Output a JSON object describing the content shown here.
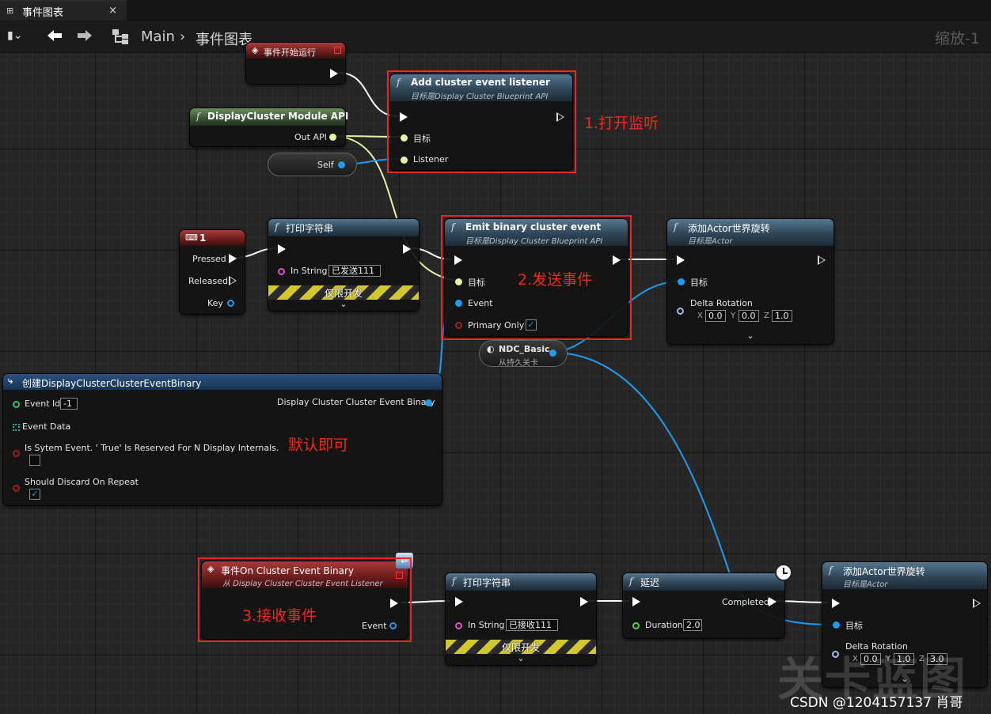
{
  "tab": {
    "title": "事件图表",
    "close": "×"
  },
  "toolbar": {
    "crumb_main": "Main",
    "crumb_sep": "›",
    "crumb_page": "事件图表",
    "zoom": "缩放-1"
  },
  "nodes": {
    "begin_play": {
      "title": "事件开始运行"
    },
    "add_listener": {
      "title": "Add cluster event listener",
      "subtitle": "目标是Display Cluster Blueprint API",
      "pin_target": "目标",
      "pin_listener": "Listener"
    },
    "module_api": {
      "title": "DisplayCluster Module API",
      "out": "Out API"
    },
    "self": {
      "label": "Self"
    },
    "key1": {
      "title": "1",
      "pressed": "Pressed",
      "released": "Released",
      "key": "Key"
    },
    "print1": {
      "title": "打印字符串",
      "in_string": "In String",
      "value": "已发送111",
      "dev": "仅限开发"
    },
    "emit": {
      "title": "Emit binary cluster event",
      "subtitle": "目标是Display Cluster Blueprint API",
      "target": "目标",
      "event": "Event",
      "primary": "Primary Only"
    },
    "rot1": {
      "title": "添加Actor世界旋转",
      "subtitle": "目标是Actor",
      "target": "目标",
      "delta": "Delta Rotation",
      "x": "0.0",
      "y": "0.0",
      "z": "1.0"
    },
    "ndc": {
      "title": "NDC_Basic",
      "subtitle": "从持久关卡"
    },
    "make_event": {
      "title": "创建DisplayClusterClusterEventBinary",
      "event_id": "Event Id",
      "event_id_val": "-1",
      "event_data": "Event Data",
      "is_system": "Is Sytem Event. ' True' Is Reserved For N Display Internals.",
      "discard": "Should Discard On Repeat",
      "out": "Display Cluster Cluster Event Binary"
    },
    "on_cluster": {
      "title": "事件On Cluster Event Binary",
      "subtitle": "从 Display Cluster Cluster Event Listener",
      "event": "Event"
    },
    "print2": {
      "title": "打印字符串",
      "in_string": "In String",
      "value": "已接收111",
      "dev": "仅限开发"
    },
    "delay": {
      "title": "延迟",
      "completed": "Completed",
      "duration": "Duration",
      "duration_val": "2.0"
    },
    "rot2": {
      "title": "添加Actor世界旋转",
      "subtitle": "目标是Actor",
      "target": "目标",
      "delta": "Delta Rotation",
      "x": "0.0",
      "y": "1.0",
      "z": "3.0"
    }
  },
  "annotations": {
    "a1": "1.打开监听",
    "a2": "2.发送事件",
    "a3": "3.接收事件",
    "a4": "默认即可"
  },
  "axis": {
    "x": "X",
    "y": "Y",
    "z": "Z"
  },
  "watermark": "关卡蓝图",
  "credit": "CSDN @1204157137 肖哥",
  "colors": {
    "exec": "#ffffff",
    "object_pin": "#1e9cf0",
    "api_pin": "#e8f2a5",
    "string_pin": "#e24fc8",
    "anno_red": "#e8281e"
  }
}
